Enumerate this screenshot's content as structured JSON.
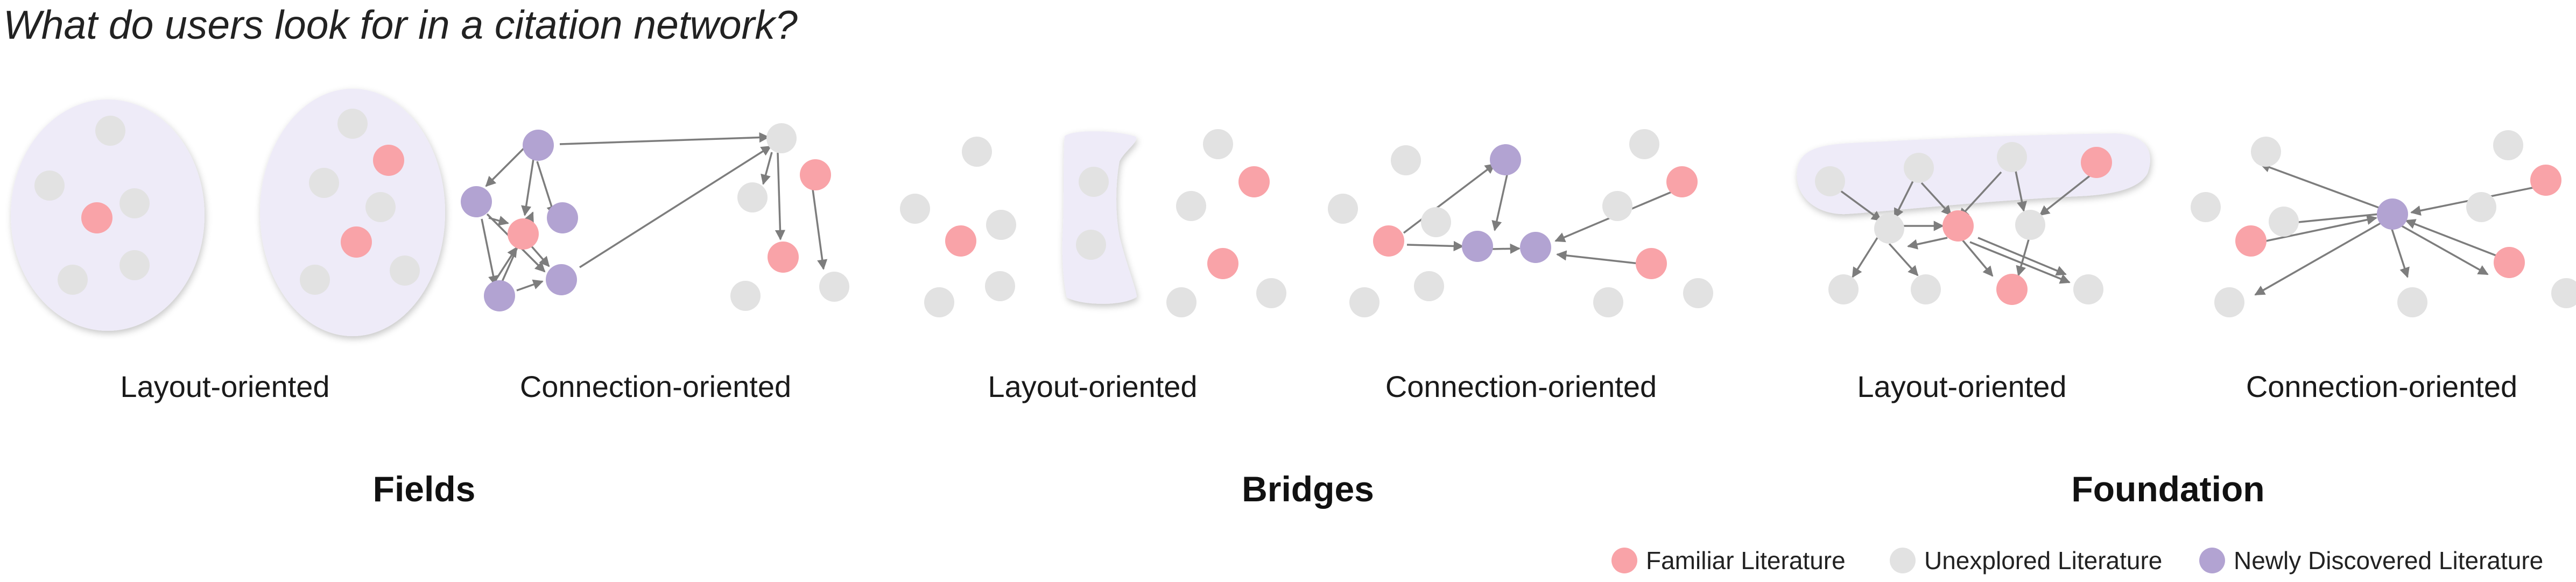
{
  "title": "What do users look for in a citation network?",
  "colors": {
    "familiar": "#f9a3a8",
    "unexplored": "#e2e2e2",
    "new": "#b2a3d2",
    "region": "#eeebf8",
    "edge": "#7d7d7d"
  },
  "groups": [
    {
      "name": "Fields",
      "panels": [
        {
          "label": "Layout-oriented"
        },
        {
          "label": "Connection-oriented"
        }
      ]
    },
    {
      "name": "Bridges",
      "panels": [
        {
          "label": "Layout-oriented"
        },
        {
          "label": "Connection-oriented"
        }
      ]
    },
    {
      "name": "Foundation",
      "panels": [
        {
          "label": "Layout-oriented"
        },
        {
          "label": "Connection-oriented"
        }
      ]
    }
  ],
  "legend": [
    {
      "label": "Familiar Literature",
      "kind": "familiar"
    },
    {
      "label": "Unexplored Literature",
      "kind": "unexplored"
    },
    {
      "label": "Newly Discovered Literature",
      "kind": "new"
    }
  ]
}
